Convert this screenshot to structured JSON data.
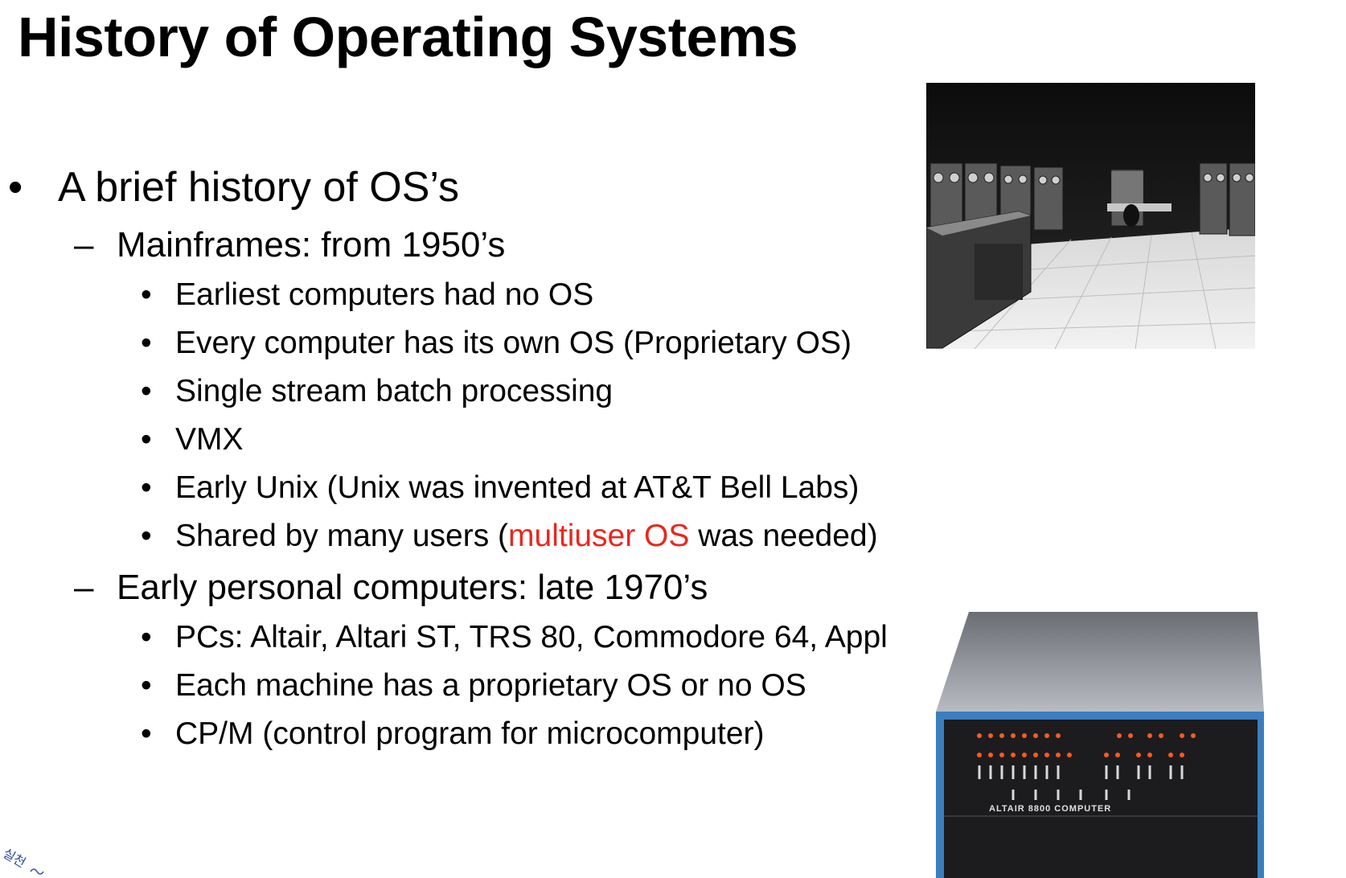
{
  "slide": {
    "title": "History of Operating Systems",
    "colors": {
      "accent": "#e8281e",
      "text": "#000000",
      "logo": "#2a4aa0"
    },
    "logo_text": "실천",
    "bullets": {
      "b1": {
        "marker": "•",
        "text": "A brief history of OS’s"
      },
      "b1_1": {
        "marker": "–",
        "text": "Mainframes: from 1950’s"
      },
      "b1_1_1": {
        "marker": "•",
        "text": "Earliest computers had no OS"
      },
      "b1_1_2": {
        "marker": "•",
        "text": "Every computer has its own OS (Proprietary OS)"
      },
      "b1_1_3": {
        "marker": "•",
        "text": "Single stream batch processing"
      },
      "b1_1_4": {
        "marker": "•",
        "text": "VMX"
      },
      "b1_1_5": {
        "marker": "•",
        "text": "Early Unix (Unix was invented at AT&T Bell Labs)"
      },
      "b1_1_6": {
        "marker": "•",
        "before": "Shared by many users (",
        "highlight": "multiuser OS",
        "after": " was needed)"
      },
      "b1_2": {
        "marker": "–",
        "text": "Early personal computers: late 1970’s"
      },
      "b1_2_1": {
        "marker": "•",
        "text": "PCs: Altair, Altari ST, TRS 80, Commodore 64, Appl"
      },
      "b1_2_2": {
        "marker": "•",
        "text": "Each machine has a proprietary OS or no OS"
      },
      "b1_2_3": {
        "marker": "•",
        "text": "CP/M (control program for microcomputer)"
      }
    },
    "images": {
      "mainframe": {
        "icon": "mainframe-room-photo"
      },
      "altair": {
        "icon": "altair-8800-photo",
        "label": "ALTAIR 8800 COMPUTER"
      }
    }
  }
}
